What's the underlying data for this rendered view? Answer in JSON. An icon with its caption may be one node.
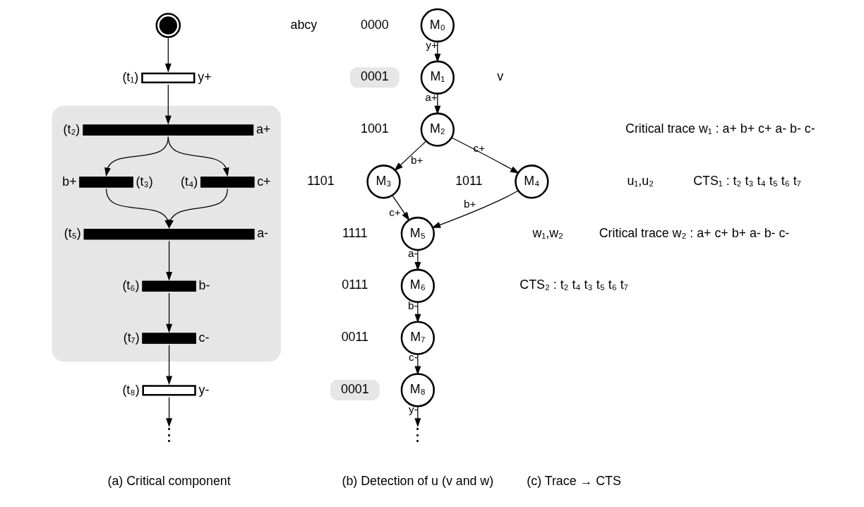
{
  "diagram": {
    "nodes": [
      {
        "text": [],
        "shape": "circle"
      },
      {
        "text": [],
        "shape": "bar",
        "beside": [
          "(t₁)",
          "y+"
        ]
      },
      {
        "text": [],
        "shape": "box"
      },
      {
        "text": [],
        "shape": "bar",
        "in": 2,
        "beside": [
          "(t₂)",
          "a+"
        ]
      },
      {
        "text": [],
        "shape": "bar",
        "in": 2,
        "beside": [
          "b+",
          "(t₃)"
        ]
      },
      {
        "text": [],
        "shape": "bar",
        "in": 2,
        "beside": [
          "(t₄)",
          "c+"
        ]
      },
      {
        "text": [],
        "shape": "bar",
        "in": 2,
        "beside": [
          "(t₅)",
          "a-"
        ]
      },
      {
        "text": [],
        "shape": "bar",
        "in": 2,
        "beside": [
          "(t₆)",
          "b-"
        ]
      },
      {
        "text": [],
        "shape": "bar",
        "in": 2,
        "beside": [
          "(t₇)",
          "c-"
        ]
      },
      {
        "text": [],
        "shape": "bar",
        "beside": [
          "(t₈)",
          "y-"
        ]
      },
      {
        "text": [
          "⋮"
        ]
      },
      {
        "text": [
          "M₀"
        ],
        "beside": [
          "0000"
        ]
      },
      {
        "text": [
          "M₁"
        ],
        "beside": [
          "0001"
        ]
      },
      {
        "text": [
          "M₂"
        ],
        "beside": [
          "1001"
        ]
      },
      {
        "text": [
          "M₃"
        ],
        "beside": [
          "1101"
        ]
      },
      {
        "text": [
          "M₄"
        ],
        "beside": [
          "1011"
        ]
      },
      {
        "text": [
          "M₅"
        ],
        "beside": [
          "1111"
        ]
      },
      {
        "text": [
          "M₆"
        ],
        "beside": [
          "0111"
        ]
      },
      {
        "text": [
          "M₇"
        ],
        "beside": [
          "0011"
        ]
      },
      {
        "text": [
          "M₈"
        ],
        "beside": [
          "0001"
        ]
      },
      {
        "text": [
          "⋮"
        ]
      }
    ],
    "edges": [
      {
        "from": 0,
        "to": 1,
        "arrow": "to"
      },
      {
        "from": 1,
        "to": 3,
        "arrow": "to"
      },
      {
        "from": 3,
        "to": 4,
        "arrow": "to"
      },
      {
        "from": 3,
        "to": 5,
        "arrow": "to"
      },
      {
        "from": 4,
        "to": 6,
        "arrow": "to"
      },
      {
        "from": 5,
        "to": 6,
        "arrow": "to"
      },
      {
        "from": 6,
        "to": 7,
        "arrow": "to"
      },
      {
        "from": 7,
        "to": 8,
        "arrow": "to"
      },
      {
        "from": 8,
        "to": 9,
        "arrow": "to"
      },
      {
        "from": 9,
        "to": 10,
        "arrow": "to"
      },
      {
        "from": 11,
        "to": 12,
        "arrow": "to",
        "label": "y+"
      },
      {
        "from": 12,
        "to": 13,
        "arrow": "to",
        "label": "a+"
      },
      {
        "from": 13,
        "to": 14,
        "arrow": "to",
        "label": "b+"
      },
      {
        "from": 13,
        "to": 15,
        "arrow": "to",
        "label": "c+"
      },
      {
        "from": 14,
        "to": 16,
        "arrow": "to",
        "label": "c+"
      },
      {
        "from": 15,
        "to": 16,
        "arrow": "to",
        "label": "b+"
      },
      {
        "from": 16,
        "to": 17,
        "arrow": "to",
        "label": "a-"
      },
      {
        "from": 17,
        "to": 18,
        "arrow": "to",
        "label": "b-"
      },
      {
        "from": 18,
        "to": 19,
        "arrow": "to",
        "label": "c-"
      },
      {
        "from": 19,
        "to": 20,
        "arrow": "to",
        "label": "y-"
      }
    ],
    "labels": [
      "abcy",
      "v",
      "w₁,w₂",
      "u₁,u₂",
      "Critical trace w₁ : a+ b+ c+ a- b- c-",
      "CTS₁ : t₂ t₃ t₄ t₅ t₆ t₇",
      "Critical trace w₂ : a+ c+ b+ a- b- c-",
      "CTS₂ : t₂ t₄ t₃ t₅ t₆ t₇",
      "(a) Critical component",
      "(b) Detection of u (v and w)",
      "(c) Trace → CTS"
    ]
  }
}
